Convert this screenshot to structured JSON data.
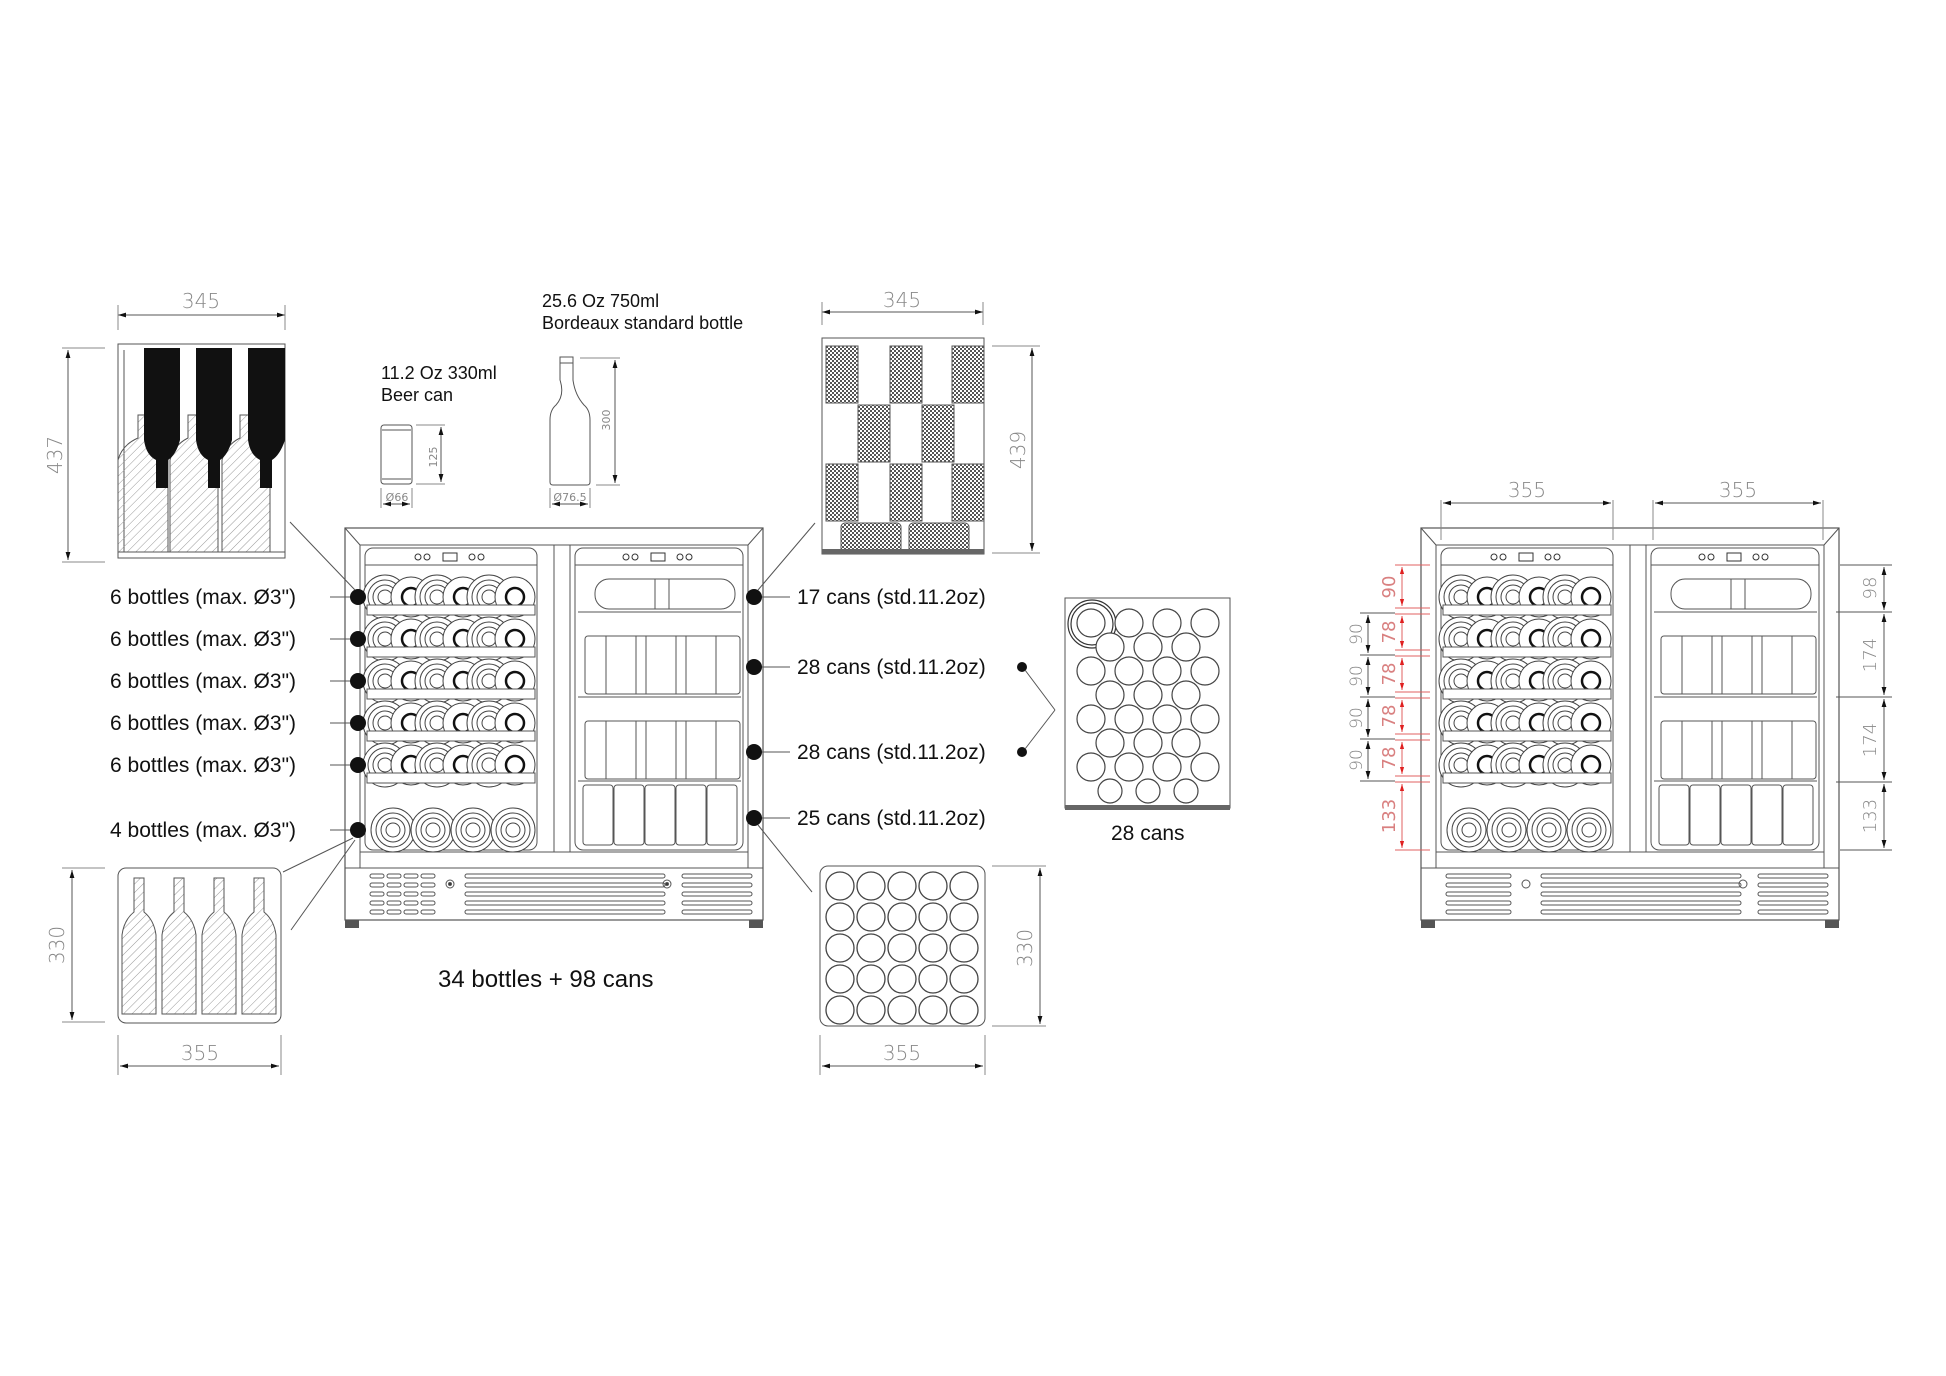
{
  "title": "34 bottles + 98 cans",
  "accent_colors": {
    "line": "#555555",
    "dimension": "#888888",
    "dimension_red": "#d98080",
    "marker": "#111111"
  },
  "reference_items": {
    "can": {
      "title": "11.2 Oz 330ml",
      "subtitle": "Beer can",
      "height": "125",
      "diameter": "Ø66"
    },
    "bottle": {
      "title": "25.6 Oz 750ml",
      "subtitle": "Bordeaux standard bottle",
      "height": "300",
      "diameter": "Ø76.5"
    }
  },
  "wine_shelf_detail": {
    "width": "345",
    "height": "437"
  },
  "wine_bottom_detail": {
    "width": "355",
    "height": "330"
  },
  "can_shelf_top_detail": {
    "width": "345",
    "height": "439"
  },
  "can_shelf_detail": {
    "label": "28 cans"
  },
  "can_bottom_detail": {
    "width": "355",
    "height": "330"
  },
  "left_zone_labels": [
    "6 bottles (max. Ø3\")",
    "6 bottles (max. Ø3\")",
    "6 bottles (max. Ø3\")",
    "6 bottles (max. Ø3\")",
    "6 bottles (max. Ø3\")",
    "4 bottles (max. Ø3\")"
  ],
  "right_zone_labels": [
    "17 cans (std.11.2oz)",
    "28 cans (std.11.2oz)",
    "28 cans (std.11.2oz)",
    "25 cans (std.11.2oz)"
  ],
  "dimension_view": {
    "left_width": "355",
    "right_width": "355",
    "left_red": [
      "90",
      "78",
      "78",
      "78",
      "78",
      "133"
    ],
    "left_black": [
      "90",
      "90",
      "90",
      "90"
    ],
    "right_black": [
      "98",
      "174",
      "174",
      "133"
    ]
  }
}
